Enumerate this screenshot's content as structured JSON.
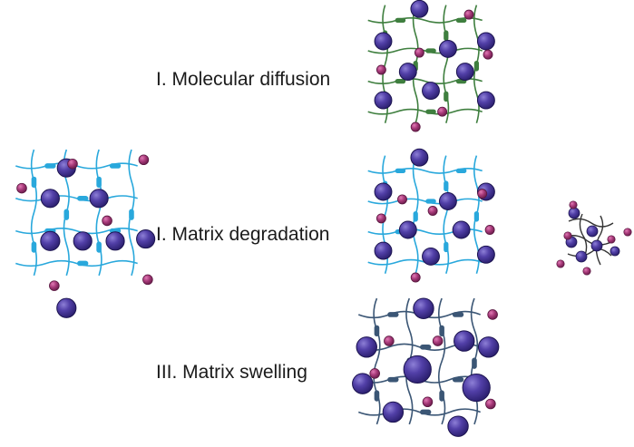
{
  "labels": {
    "mechanism_1": "I. Molecular diffusion",
    "mechanism_2": "I. Matrix degradation",
    "mechanism_3": "III. Matrix swelling"
  },
  "colors": {
    "network_initial": "#29a8dc",
    "network_diffusion": "#3f7f3f",
    "network_degradation": "#29a8dc",
    "network_fragment": "#333333",
    "network_swelling": "#3b5675",
    "particle_large": "#4b3b9a",
    "particle_small": "#a43a78"
  }
}
